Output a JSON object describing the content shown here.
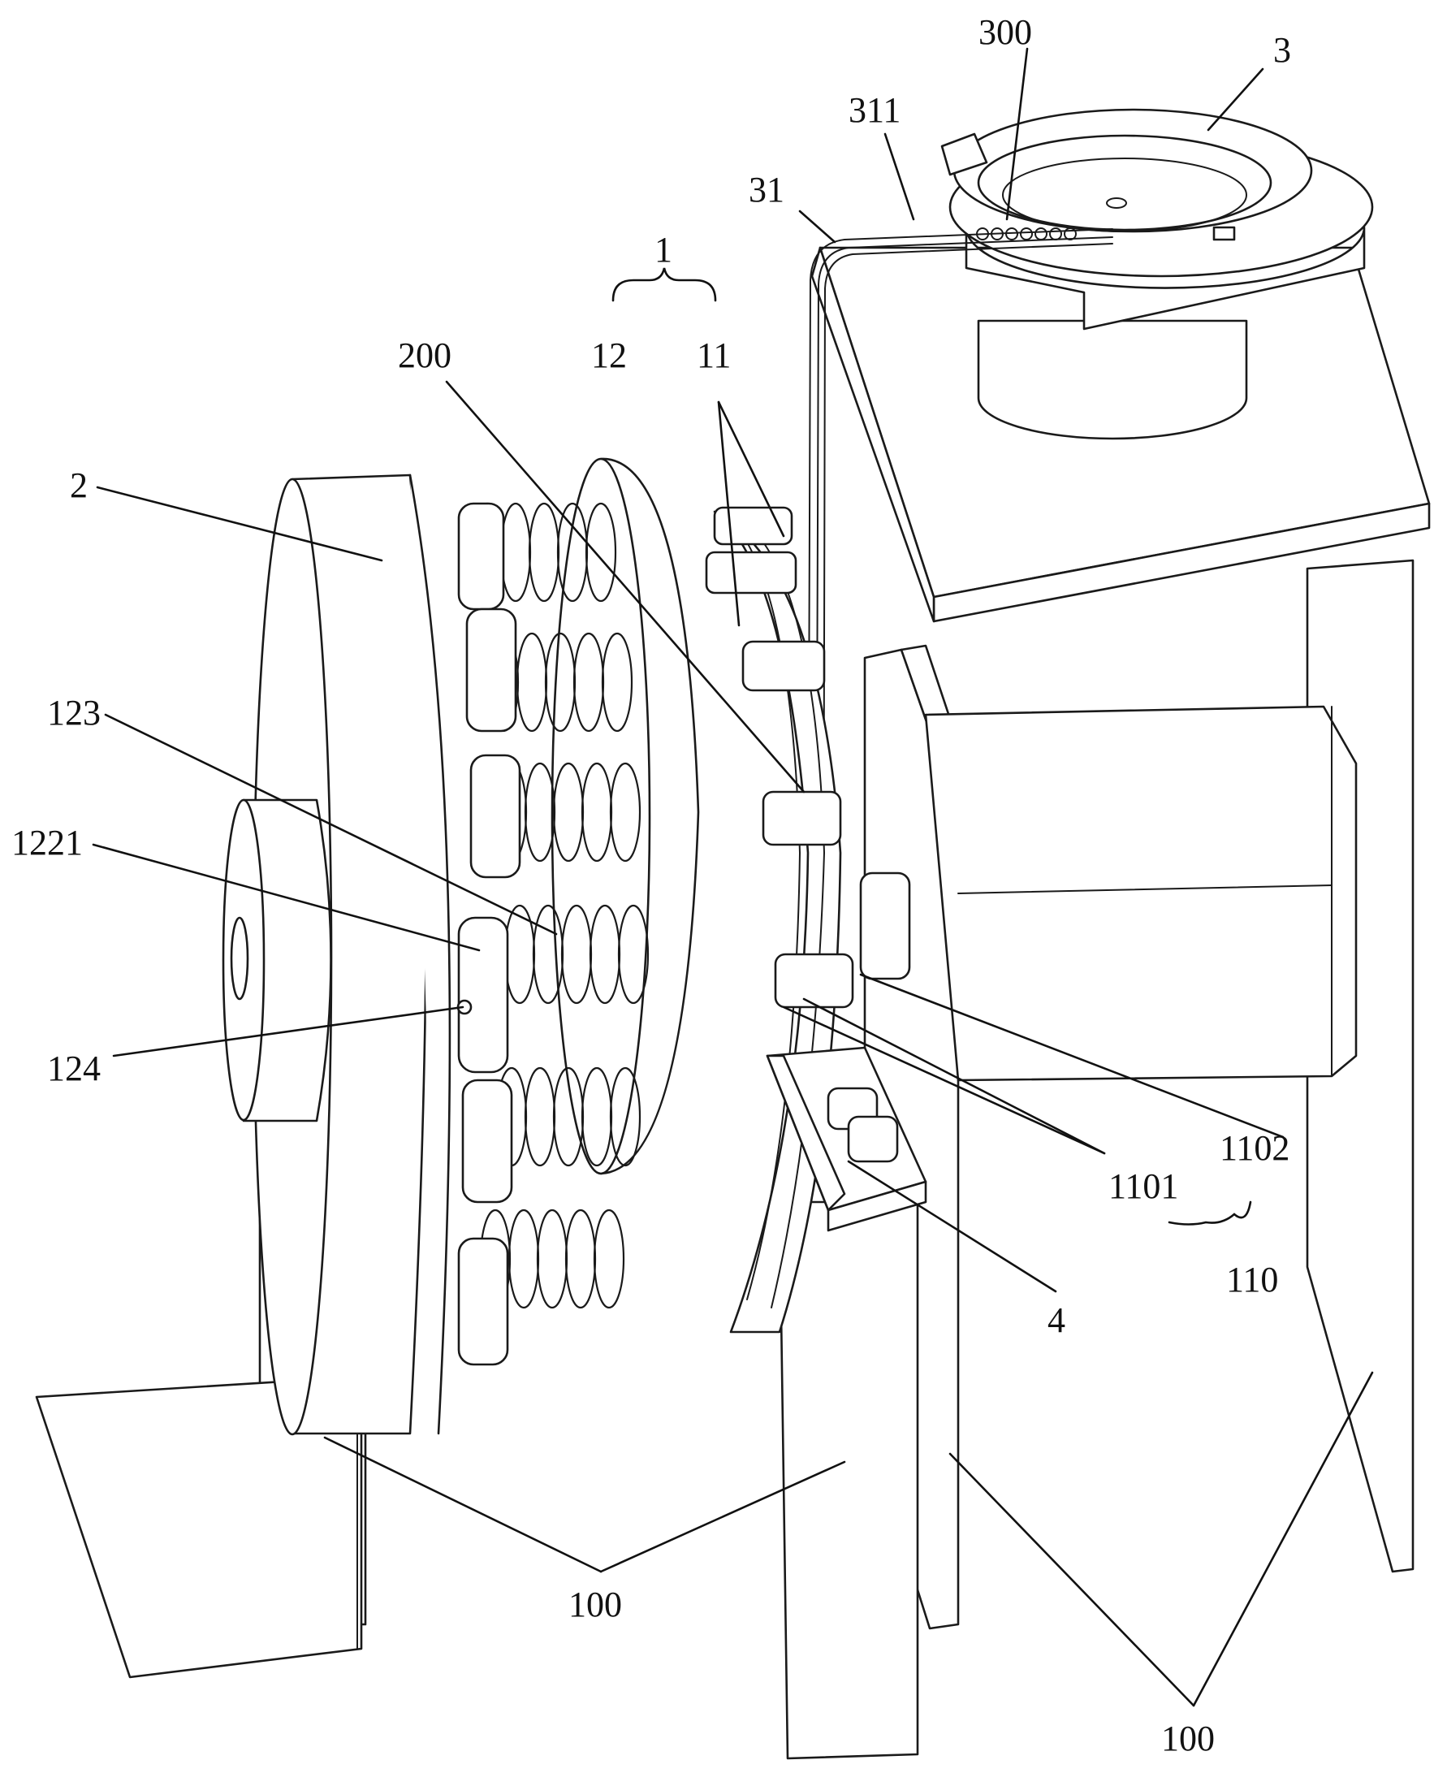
{
  "labels": {
    "l300": "300",
    "l3": "3",
    "l311": "311",
    "l31": "31",
    "l1": "1",
    "l200": "200",
    "l12": "12",
    "l11": "11",
    "l2": "2",
    "l123": "123",
    "l1221": "1221",
    "l124": "124",
    "l1102": "1102",
    "l1101": "1101",
    "l110": "110",
    "l4": "4",
    "l100a": "100",
    "l100b": "100"
  },
  "colors": {
    "line": "#1a1a1a",
    "background": "#ffffff"
  }
}
